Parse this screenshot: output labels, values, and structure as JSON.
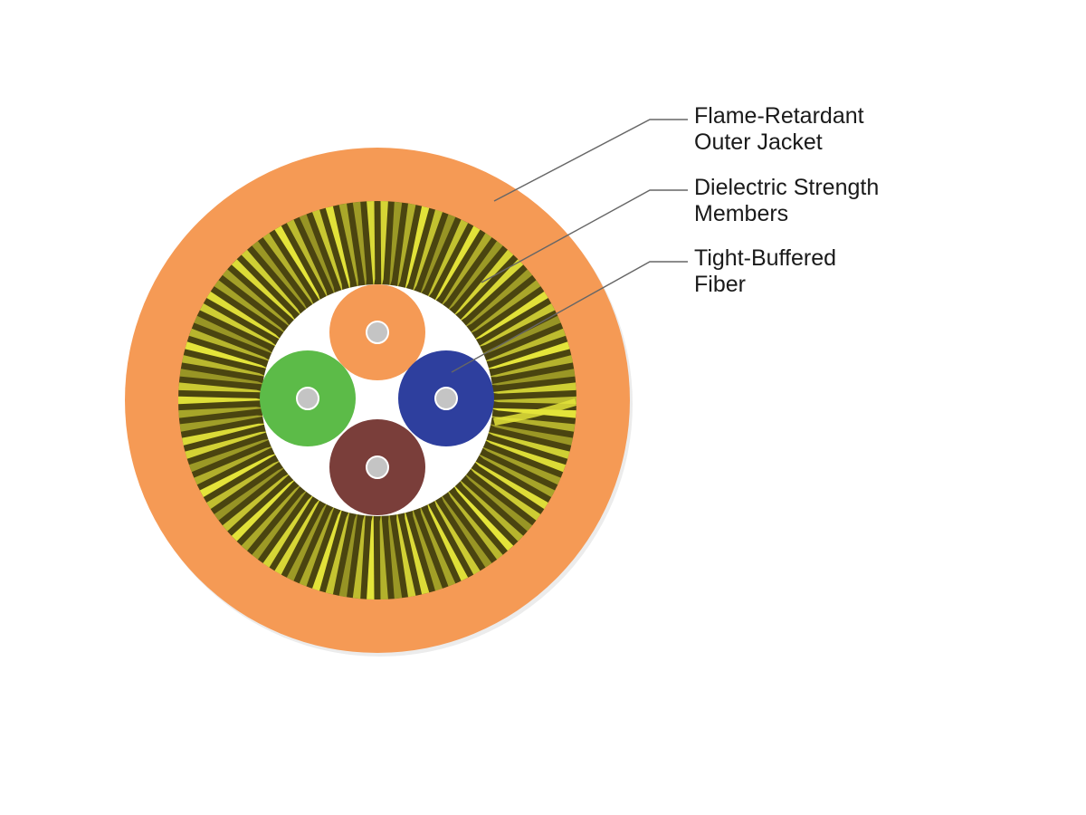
{
  "labels": {
    "jacket": [
      "Flame-Retardant",
      "Outer Jacket"
    ],
    "strength": [
      "Dielectric Strength",
      "Members"
    ],
    "fiber": [
      "Tight-Buffered",
      "Fiber"
    ]
  },
  "colors": {
    "jacket": "#F59A55",
    "strength_light": "#E4E43A",
    "strength_dark": "#4A4410",
    "core_background": "#FFFFFF",
    "fiber_orange": "#F59A55",
    "fiber_green": "#5CBB48",
    "fiber_blue": "#2E3F9E",
    "fiber_brown": "#7A3E3A",
    "fiber_core": "#C4C4C4",
    "leader_line": "#666666"
  },
  "fibers": [
    {
      "name": "fiber-orange",
      "color_key": "fiber_orange"
    },
    {
      "name": "fiber-green",
      "color_key": "fiber_green"
    },
    {
      "name": "fiber-blue",
      "color_key": "fiber_blue"
    },
    {
      "name": "fiber-brown",
      "color_key": "fiber_brown"
    }
  ]
}
